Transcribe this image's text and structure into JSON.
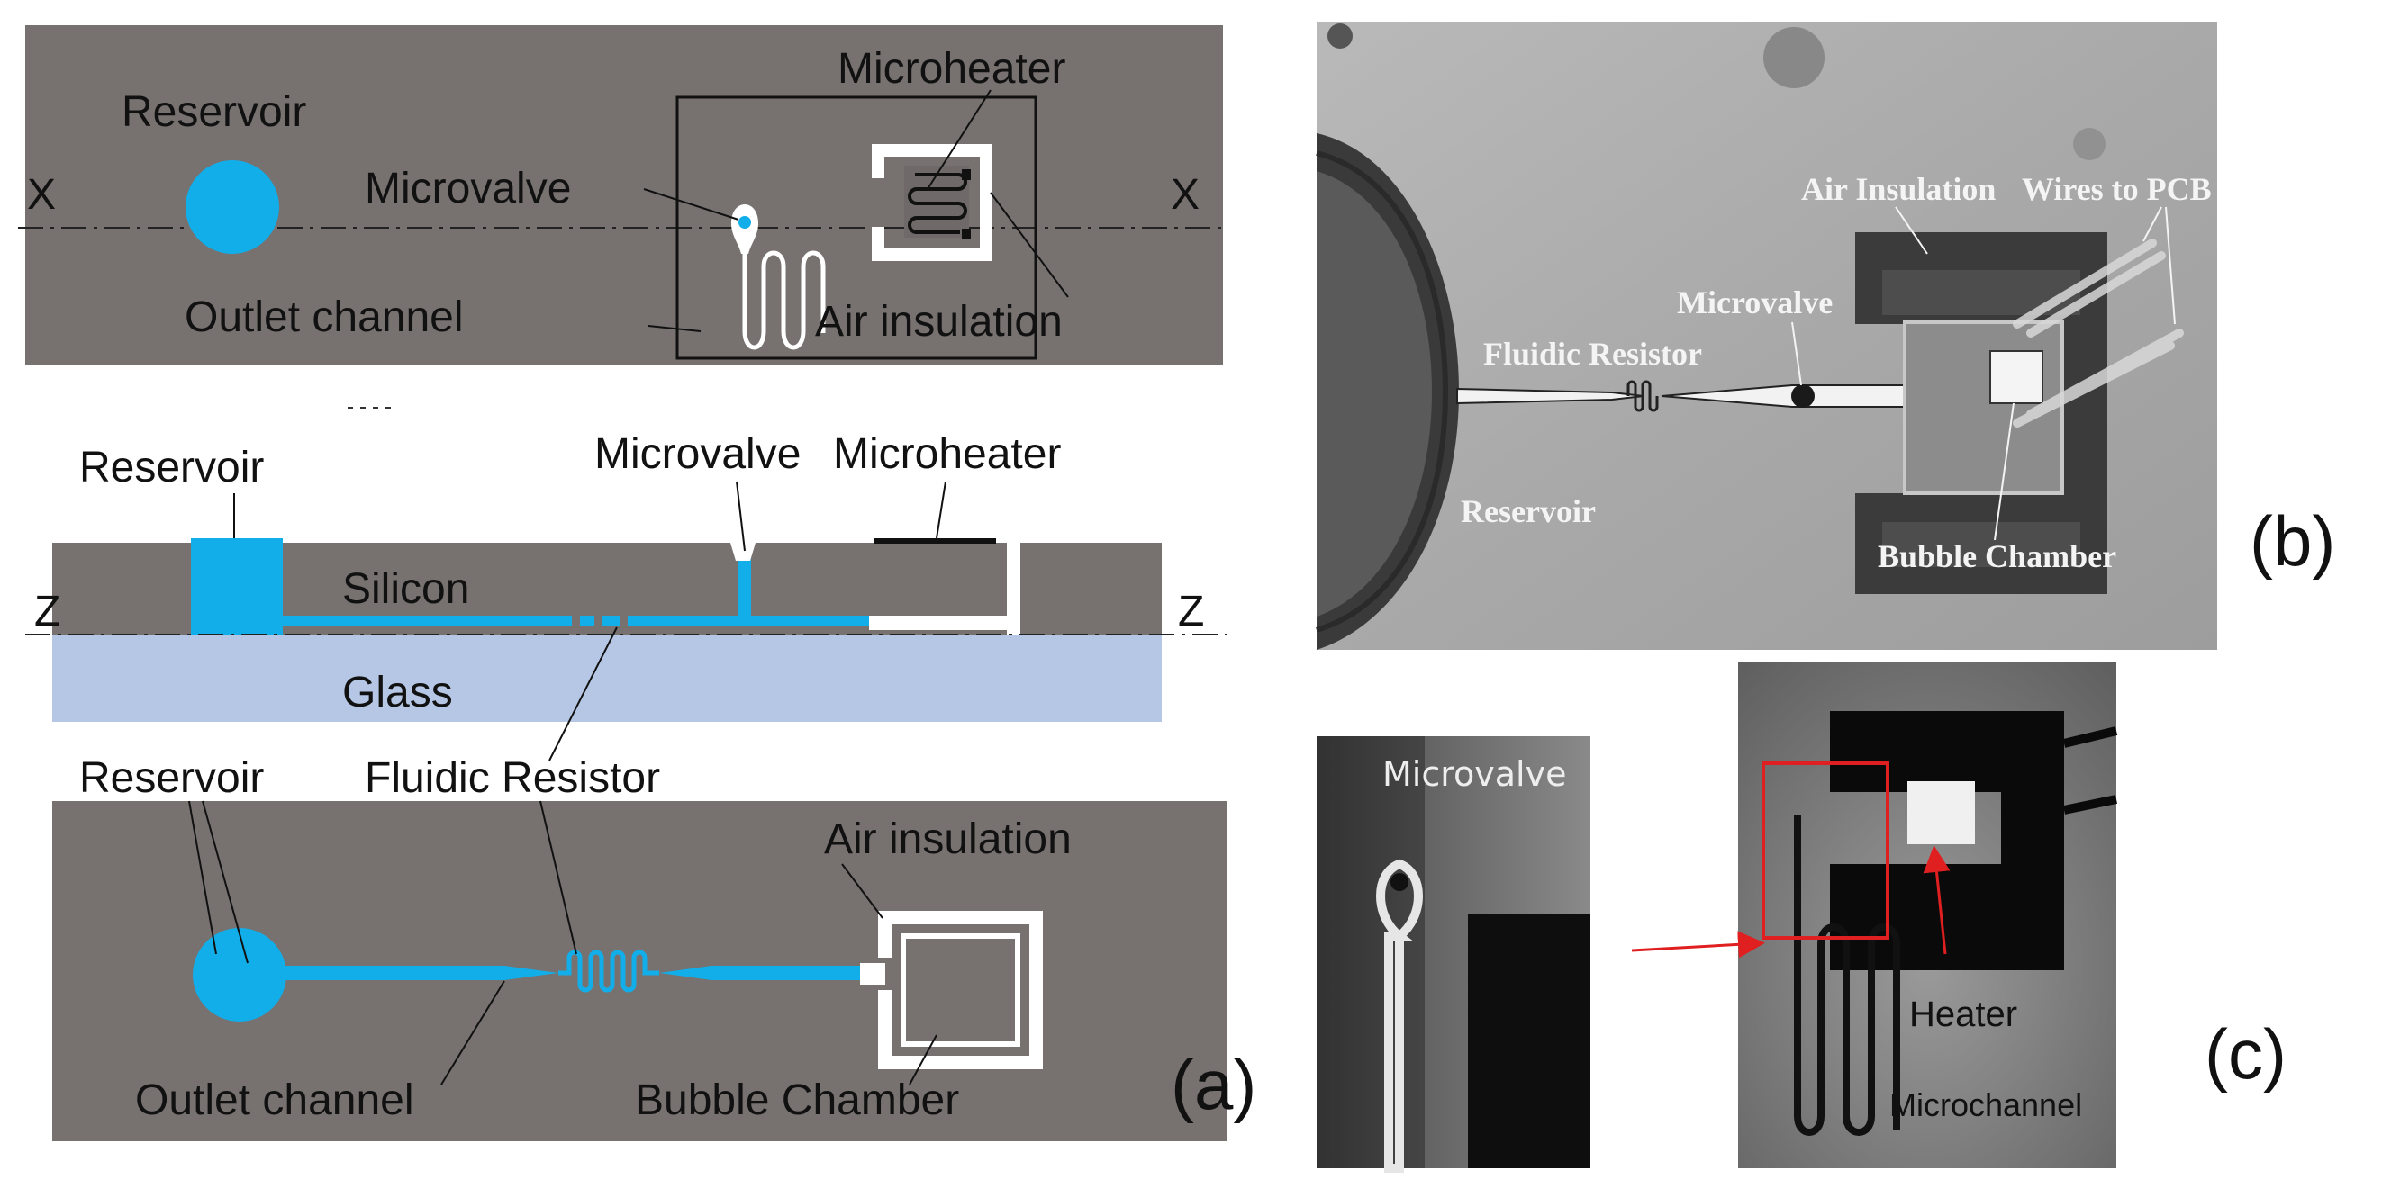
{
  "panel_top": {
    "axis_left": "X",
    "axis_right": "X",
    "reservoir": "Reservoir",
    "microvalve": "Microvalve",
    "microheater": "Microheater",
    "outlet_channel": "Outlet channel",
    "air_insulation": "Air insulation"
  },
  "panel_cross": {
    "reservoir": "Reservoir",
    "microvalve": "Microvalve",
    "microheater": "Microheater",
    "silicon": "Silicon",
    "glass": "Glass",
    "axis_left": "Z",
    "axis_right": "Z"
  },
  "panel_bottom": {
    "reservoir": "Reservoir",
    "fluidic_resistor": "Fluidic Resistor",
    "air_insulation": "Air insulation",
    "outlet_channel": "Outlet channel",
    "bubble_chamber": "Bubble Chamber",
    "panel_label": "(a)"
  },
  "photo_b": {
    "air_insulation": "Air Insulation",
    "wires_to_pcb": "Wires to PCB",
    "microvalve": "Microvalve",
    "fluidic_resistor": "Fluidic Resistor",
    "reservoir": "Reservoir",
    "bubble_chamber": "Bubble Chamber",
    "panel_label": "(b)"
  },
  "photo_c": {
    "microvalve": "Microvalve",
    "heater": "Heater",
    "microchannel": "Microchannel",
    "panel_label": "(c)"
  },
  "colors": {
    "silicon": "#777170",
    "fluid": "#12aee9",
    "glass": "#b5c7e5",
    "red_marker": "#e02020"
  }
}
